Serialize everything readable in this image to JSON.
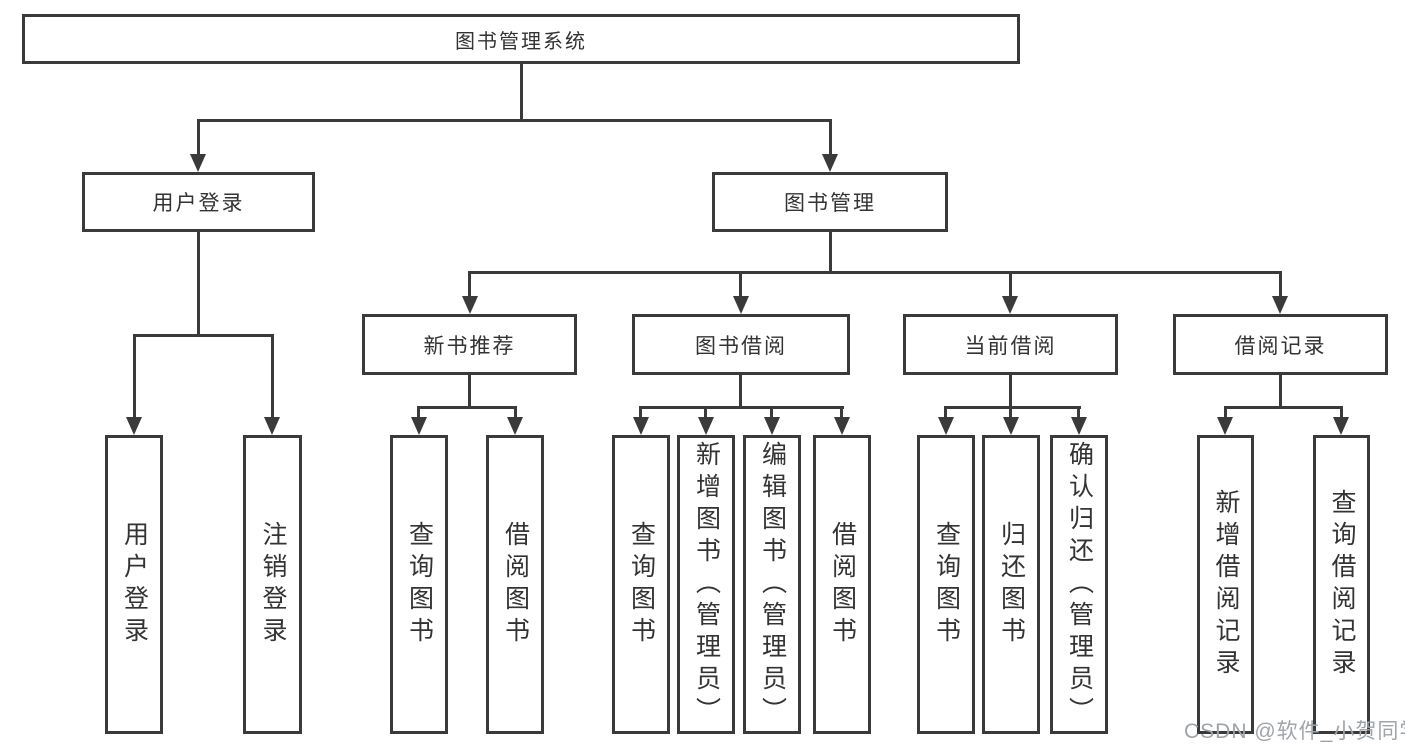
{
  "diagram": {
    "root": {
      "label": "图书管理系统",
      "children": [
        {
          "label": "用户登录",
          "children": [
            {
              "label": "用户登录"
            },
            {
              "label": "注销登录"
            }
          ]
        },
        {
          "label": "图书管理",
          "children": [
            {
              "label": "新书推荐",
              "children": [
                {
                  "label": "查询图书"
                },
                {
                  "label": "借阅图书"
                }
              ]
            },
            {
              "label": "图书借阅",
              "children": [
                {
                  "label": "查询图书"
                },
                {
                  "label": "新增图书（管理员）"
                },
                {
                  "label": "编辑图书（管理员）"
                },
                {
                  "label": "借阅图书"
                }
              ]
            },
            {
              "label": "当前借阅",
              "children": [
                {
                  "label": "查询图书"
                },
                {
                  "label": "归还图书"
                },
                {
                  "label": "确认归还（管理员）"
                }
              ]
            },
            {
              "label": "借阅记录",
              "children": [
                {
                  "label": "新增借阅记录"
                },
                {
                  "label": "查询借阅记录"
                }
              ]
            }
          ]
        }
      ]
    }
  },
  "watermark": {
    "text": "CSDN @软件_小贺同学"
  },
  "colors": {
    "line": "#3a3a3a",
    "text": "#333333",
    "watermark": "#9fa4a9",
    "background": "#ffffff"
  }
}
